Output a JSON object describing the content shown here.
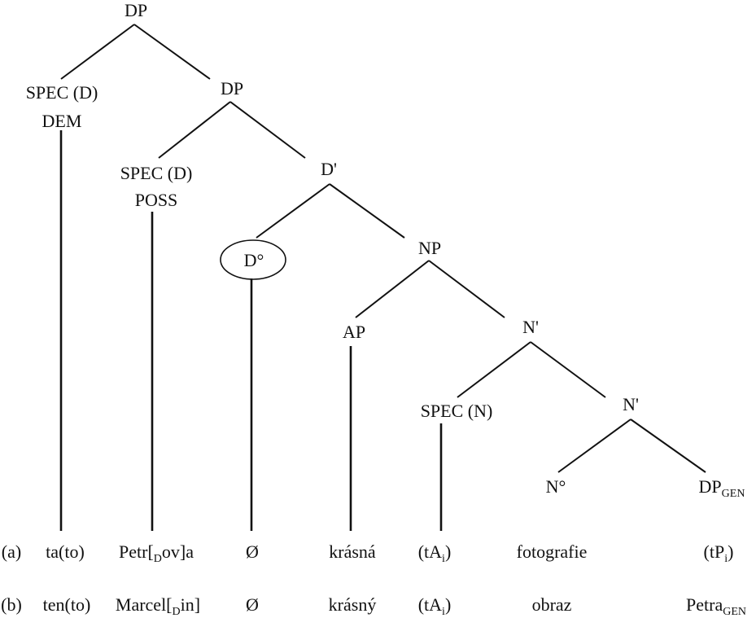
{
  "nodes": {
    "dp_root": "DP",
    "spec_d_dem": "SPEC (D)",
    "dem": "DEM",
    "dp_inner": "DP",
    "spec_d_poss": "SPEC (D)",
    "poss": "POSS",
    "d_bar": "D'",
    "d_head": "D°",
    "np": "NP",
    "ap": "AP",
    "n_bar_1": "N'",
    "spec_n": "SPEC (N)",
    "n_bar_2": "N'",
    "n_head": "N°",
    "dp_gen_base": "DP",
    "dp_gen_sub": "GEN"
  },
  "rows": {
    "a": {
      "label": "(a)",
      "dem": "ta(to)",
      "poss_pre": "Petr[",
      "poss_sub": "D",
      "poss_post": "ov]a",
      "d_head": "Ø",
      "adj": "krásná",
      "spec_n_base": "(tA",
      "spec_n_sub": "i",
      "spec_n_close": ")",
      "noun": "fotografie",
      "gen_base": "(tP",
      "gen_sub": "i",
      "gen_close": ")"
    },
    "b": {
      "label": "(b)",
      "dem": "ten(to)",
      "poss_pre": "Marcel[",
      "poss_sub": "D",
      "poss_post": "in]",
      "d_head": "Ø",
      "adj": "krásný",
      "spec_n_base": "(tA",
      "spec_n_sub": "i",
      "spec_n_close": ")",
      "noun": "obraz",
      "gen_base": "Petra",
      "gen_sub": "GEN"
    }
  }
}
